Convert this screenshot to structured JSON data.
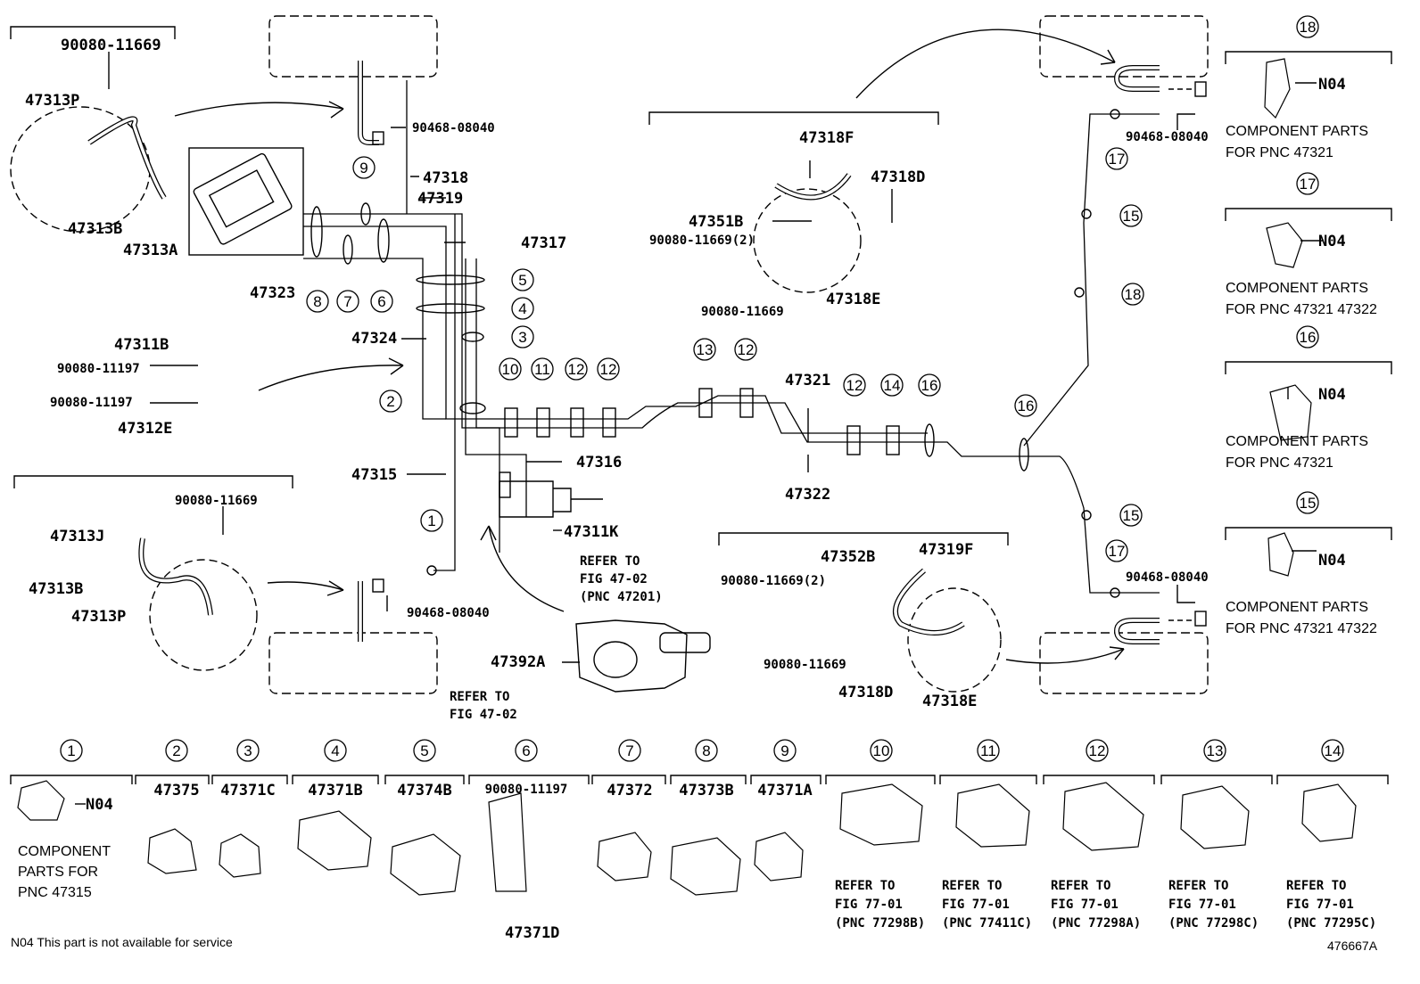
{
  "diagram_id": "476667A",
  "footnote": "N04 This part is not available for service",
  "labels": {
    "p90080_11669_a": "90080-11669",
    "p47313P_a": "47313P",
    "p47313B_a": "47313B",
    "p47313A": "47313A",
    "p90468_a": "90468-08040",
    "p47318": "47318",
    "p47319": "47319",
    "p47317": "47317",
    "p47323": "47323",
    "p47311B": "47311B",
    "p90080_11197_a": "90080-11197",
    "p90080_11197_b": "90080-11197",
    "p47312E": "47312E",
    "p47324": "47324",
    "p47315": "47315",
    "p47316": "47316",
    "p47311K": "47311K",
    "p90080_11669_b": "90080-11669",
    "p47313J": "47313J",
    "p47313B_b": "47313B",
    "p47313P_b": "47313P",
    "p90468_b": "90468-08040",
    "p47392A": "47392A",
    "p47318F": "47318F",
    "p47318D_a": "47318D",
    "p47351B": "47351B",
    "p90080_11669_2a": "90080-11669(2)",
    "p90080_11669_c": "90080-11669",
    "p47318E_a": "47318E",
    "p47321": "47321",
    "p47322": "47322",
    "p47352B": "47352B",
    "p47319F": "47319F",
    "p90080_11669_2b": "90080-11669(2)",
    "p90080_11669_d": "90080-11669",
    "p47318D_b": "47318D",
    "p47318E_b": "47318E",
    "p90468_c": "90468-08040",
    "p90468_d": "90468-08040"
  },
  "refers": {
    "fig4702_a": [
      "REFER TO",
      "FIG 47-02",
      "(PNC 47201)"
    ],
    "fig4702_b": [
      "REFER TO",
      "FIG 47-02"
    ]
  },
  "right_panels": [
    {
      "num": "18",
      "part": "N04",
      "lines": [
        "COMPONENT PARTS",
        "FOR PNC 47321"
      ]
    },
    {
      "num": "17",
      "part": "N04",
      "lines": [
        "COMPONENT PARTS",
        "FOR PNC 47321 47322"
      ]
    },
    {
      "num": "16",
      "part": "N04",
      "lines": [
        "COMPONENT PARTS",
        "FOR PNC 47321"
      ]
    },
    {
      "num": "15",
      "part": "N04",
      "lines": [
        "COMPONENT PARTS",
        "FOR PNC 47321 47322"
      ]
    }
  ],
  "bottom_items": [
    {
      "num": "1",
      "part": "N04",
      "lines": [
        "COMPONENT",
        "PARTS FOR",
        "PNC 47315"
      ]
    },
    {
      "num": "2",
      "part": "47375"
    },
    {
      "num": "3",
      "part": "47371C"
    },
    {
      "num": "4",
      "part": "47371B"
    },
    {
      "num": "5",
      "part": "47374B"
    },
    {
      "num": "6",
      "part": "90080-11197",
      "part2": "47371D"
    },
    {
      "num": "7",
      "part": "47372"
    },
    {
      "num": "8",
      "part": "47373B"
    },
    {
      "num": "9",
      "part": "47371A"
    },
    {
      "num": "10",
      "lines": [
        "REFER TO",
        "FIG 77-01",
        "(PNC 77298B)"
      ]
    },
    {
      "num": "11",
      "lines": [
        "REFER TO",
        "FIG 77-01",
        "(PNC 77411C)"
      ]
    },
    {
      "num": "12",
      "lines": [
        "REFER TO",
        "FIG 77-01",
        "(PNC 77298A)"
      ]
    },
    {
      "num": "13",
      "lines": [
        "REFER TO",
        "FIG 77-01",
        "(PNC 77298C)"
      ]
    },
    {
      "num": "14",
      "lines": [
        "REFER TO",
        "FIG 77-01",
        "(PNC 77295C)"
      ]
    }
  ],
  "callouts": [
    "9",
    "8",
    "7",
    "6",
    "5",
    "4",
    "3",
    "2",
    "10",
    "11",
    "12",
    "12",
    "13",
    "12",
    "12",
    "14",
    "16",
    "16",
    "15",
    "18",
    "17",
    "15",
    "17",
    "1"
  ]
}
